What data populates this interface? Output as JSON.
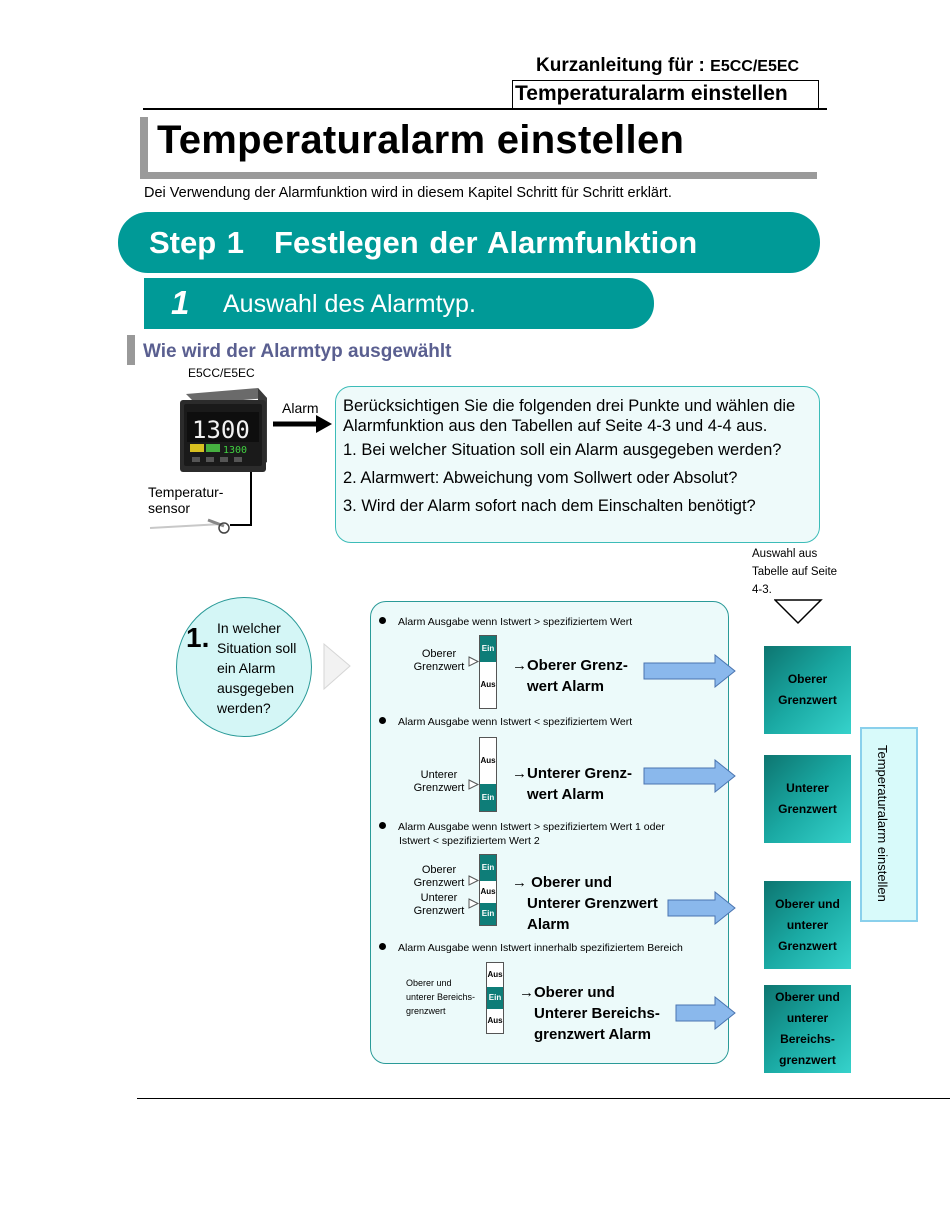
{
  "header": {
    "doc_prefix": "Kurzanleitung für :",
    "doc_model": "E5CC/E5EC",
    "section_box": "Temperaturalarm einstellen"
  },
  "title": "Temperaturalarm einstellen",
  "intro": "Dei Verwendung der Alarmfunktion wird in diesem Kapitel Schritt für Schritt erklärt.",
  "step": {
    "label": "Step 1",
    "title": "Festlegen der Alarmfunktion"
  },
  "substep": {
    "number": "1",
    "title": "Auswahl des Alarmtyp."
  },
  "section_heading": "Wie wird der Alarmtyp ausgewählt",
  "device": {
    "model": "E5CC/E5EC",
    "display_pv": "1300",
    "display_sv": "1300",
    "alarm_label": "Alarm",
    "sensor_label_1": "Temperatur-",
    "sensor_label_2": "sensor"
  },
  "info": {
    "intro": "Berücksichtigen Sie die folgenden drei Punkte und wählen die Alarmfunktion aus den Tabellen auf Seite 4-3 und 4-4 aus.",
    "points": [
      "1. Bei welcher Situation soll ein Alarm ausgegeben werden?",
      "2. Alarmwert: Abweichung vom Sollwert oder Absolut?",
      "3. Wird der Alarm sofort nach dem Einschalten benötigt?"
    ]
  },
  "selection_note": [
    "Auswahl aus",
    "Tabelle auf Seite",
    "4-3."
  ],
  "question": {
    "number": "1.",
    "text": "In welcher Situation soll ein Alarm ausgegeben werden?"
  },
  "on_label": "Ein",
  "off_label": "Aus",
  "options": [
    {
      "description": "Alarm Ausgabe wenn Istwert > spezifiziertem Wert",
      "limit_label_1": "Oberer",
      "limit_label_2": "Grenzwert",
      "result_1": "→Oberer Grenz-",
      "result_2": "wert Alarm",
      "box_1": "Oberer",
      "box_2": "Grenzwert"
    },
    {
      "description": "Alarm Ausgabe wenn Istwert < spezifiziertem Wert",
      "limit_label_1": "Unterer",
      "limit_label_2": "Grenzwert",
      "result_1": "→Unterer Grenz-",
      "result_2": "wert Alarm",
      "box_1": "Unterer",
      "box_2": "Grenzwert"
    },
    {
      "description_1": "Alarm Ausgabe wenn Istwert > spezifiziertem Wert 1 oder",
      "description_2": "Istwert < spezifiziertem Wert 2",
      "upper_1": "Oberer",
      "upper_2": "Grenzwert",
      "lower_1": "Unterer",
      "lower_2": "Grenzwert",
      "result_1": "→ Oberer und",
      "result_2": "Unterer Grenzwert",
      "result_3": "Alarm",
      "box_1": "Oberer und",
      "box_2": "unterer",
      "box_3": "Grenzwert"
    },
    {
      "description": "Alarm Ausgabe wenn Istwert innerhalb spezifiziertem Bereich",
      "range_1": "Oberer und",
      "range_2": "unterer Bereichs-",
      "range_3": "grenzwert",
      "result_1": "→Oberer und",
      "result_2": "Unterer Bereichs-",
      "result_3": "grenzwert Alarm",
      "box_1": "Oberer und",
      "box_2": "unterer",
      "box_3": "Bereichs-",
      "box_4": "grenzwert"
    }
  ],
  "side_tab": "Temperaturalarm einstellen",
  "colors": {
    "teal": "#009a97",
    "box_bg": "#ecfafa",
    "arrow": "#8ab8ec",
    "heading": "#5a5f90"
  }
}
